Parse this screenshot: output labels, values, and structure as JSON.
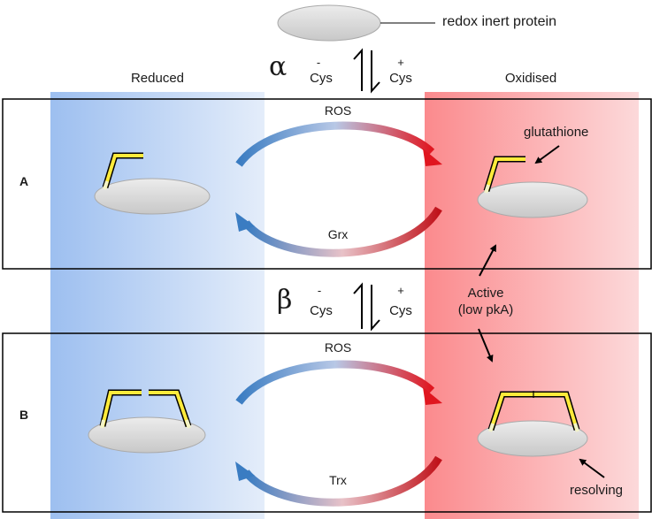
{
  "header": {
    "inert_protein_label": "redox inert protein",
    "state_reduced": "Reduced",
    "state_oxidised": "Oxidised"
  },
  "equilibria": [
    {
      "symbol": "α",
      "left_sign": "-",
      "left_label": "Cys",
      "right_sign": "+",
      "right_label": "Cys"
    },
    {
      "symbol": "β",
      "left_sign": "-",
      "left_label": "Cys",
      "right_sign": "+",
      "right_label": "Cys"
    }
  ],
  "panels": [
    {
      "letter": "A",
      "forward_label": "ROS",
      "reverse_label": "Grx"
    },
    {
      "letter": "B",
      "forward_label": "ROS",
      "reverse_label": "Trx"
    }
  ],
  "annotations": {
    "glutathione": "glutathione",
    "active_line1": "Active",
    "active_line2": "(low pkA)",
    "resolving": "resolving"
  },
  "colors": {
    "reduced_blue": "#9dbff0",
    "oxidised_red": "#fb8a8d",
    "arrow_blue": "#3a7cc2",
    "arrow_red": "#e0161f",
    "cysteine_yellow": "#ffeb3b",
    "protein_gray": "#d6d6d6"
  }
}
